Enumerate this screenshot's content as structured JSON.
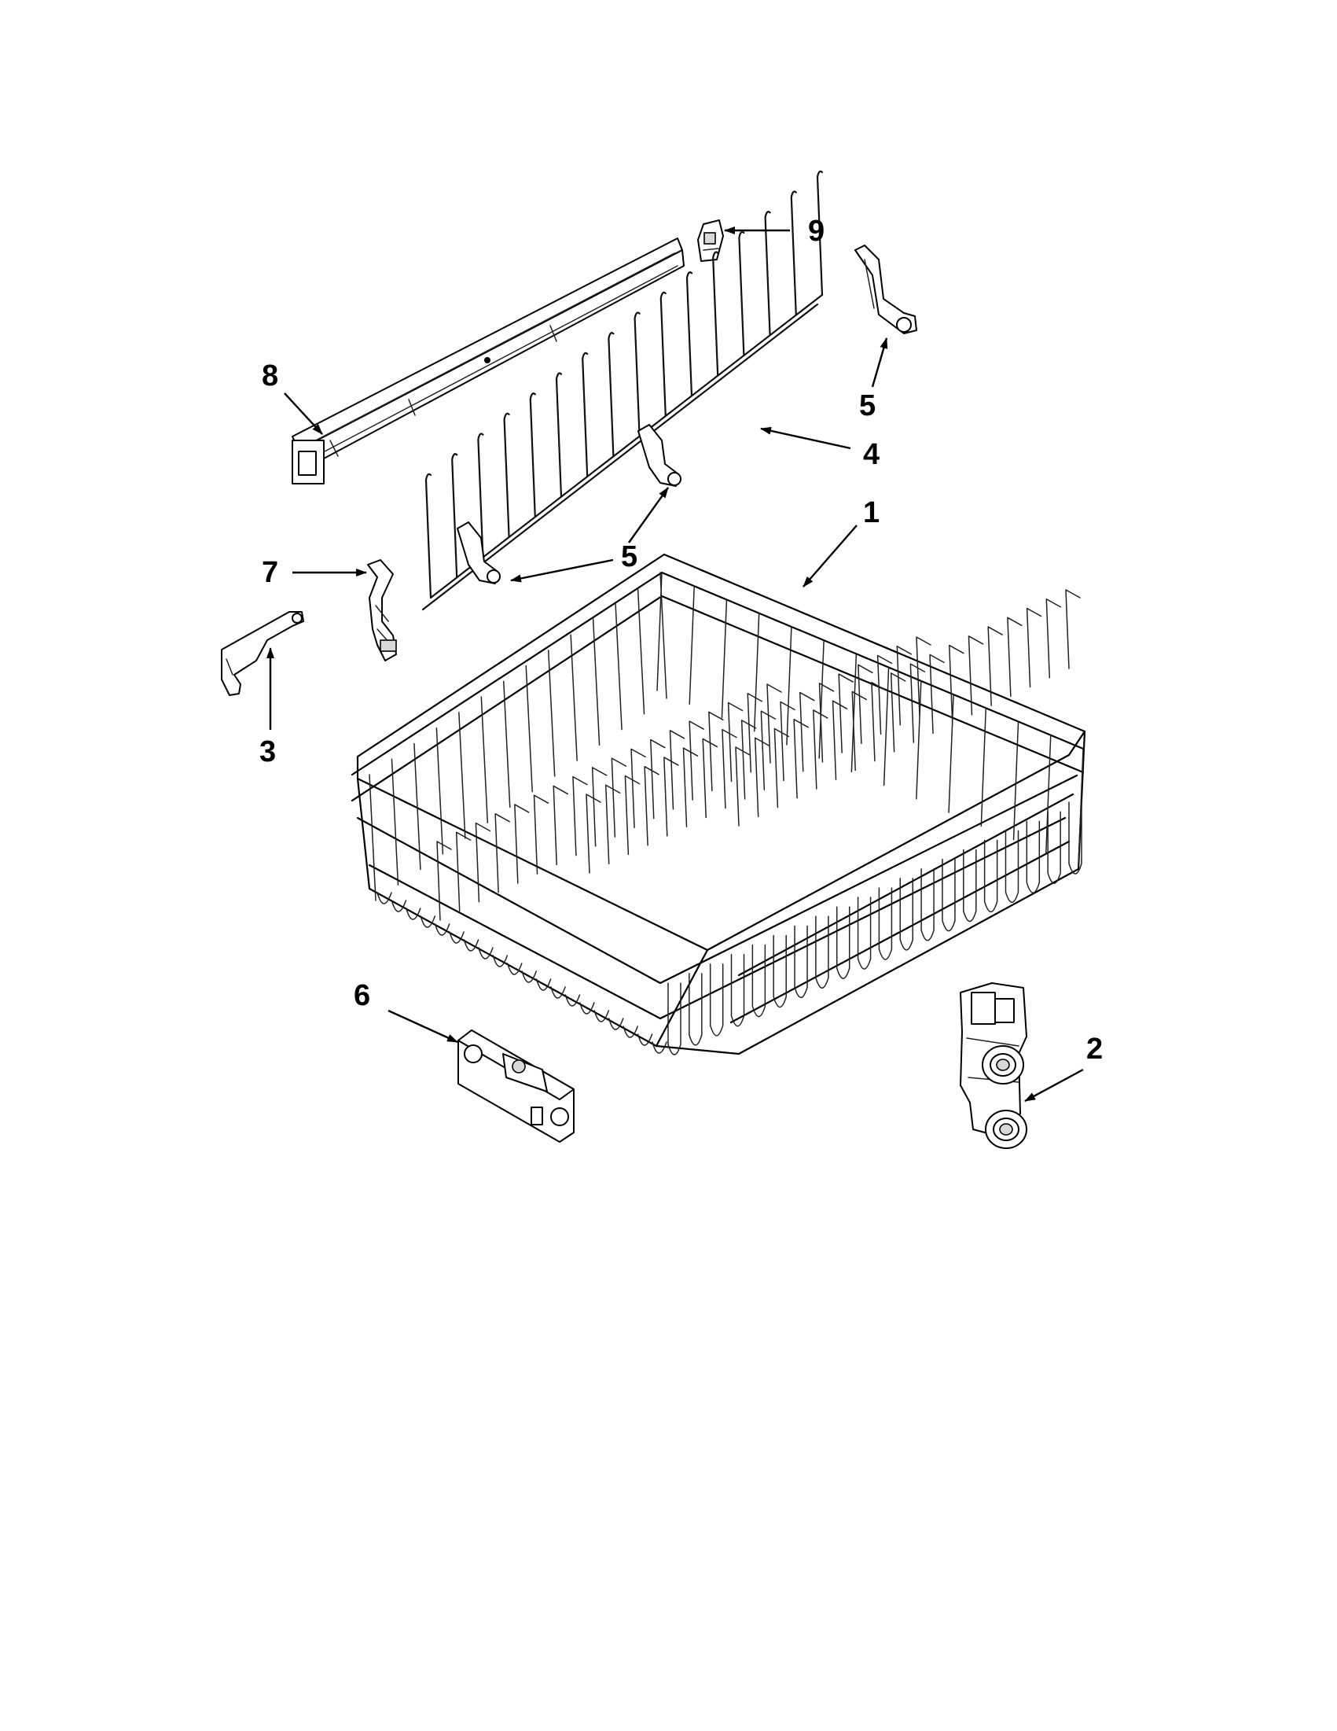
{
  "diagram": {
    "callouts": [
      {
        "id": "1",
        "label": "1"
      },
      {
        "id": "2",
        "label": "2"
      },
      {
        "id": "3",
        "label": "3"
      },
      {
        "id": "4",
        "label": "4"
      },
      {
        "id": "5a",
        "label": "5"
      },
      {
        "id": "5b",
        "label": "5"
      },
      {
        "id": "6",
        "label": "6"
      },
      {
        "id": "7",
        "label": "7"
      },
      {
        "id": "8",
        "label": "8"
      },
      {
        "id": "9",
        "label": "9"
      }
    ]
  }
}
